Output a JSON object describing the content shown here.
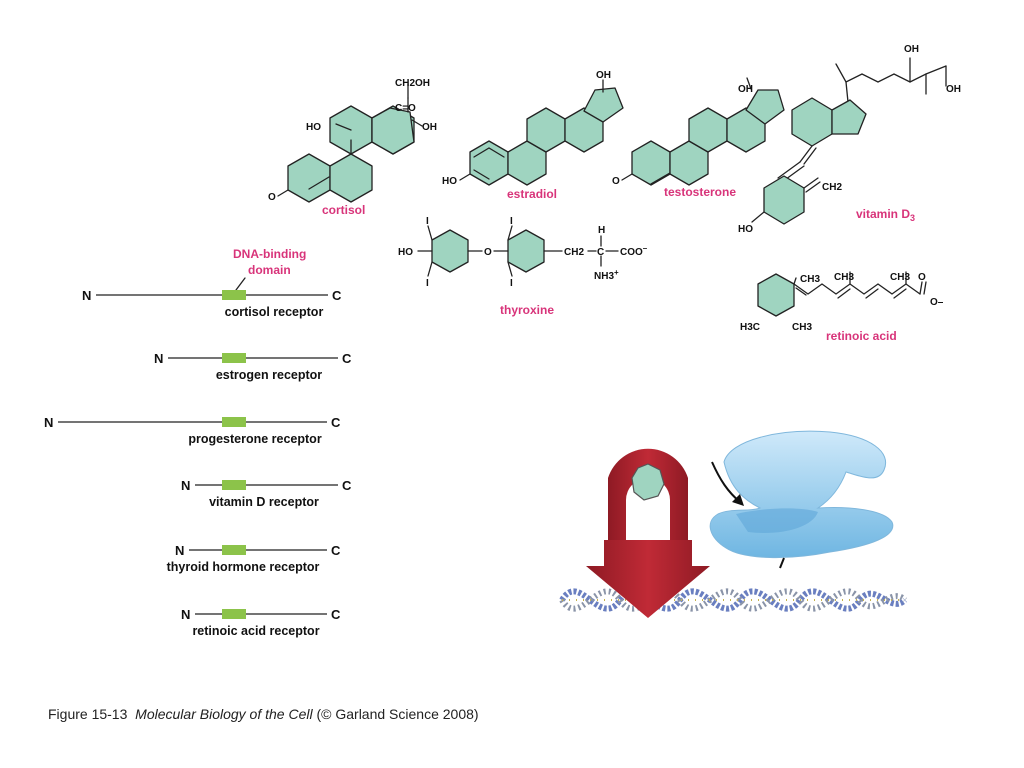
{
  "molecules": {
    "cortisol": {
      "label": "cortisol",
      "atoms": {
        "ch2oh": "CH2OH",
        "co": "C=O",
        "ho": "HO",
        "oh": "OH",
        "o": "O"
      }
    },
    "estradiol": {
      "label": "estradiol",
      "atoms": {
        "oh": "OH",
        "ho": "HO"
      }
    },
    "testosterone": {
      "label": "testosterone",
      "atoms": {
        "oh": "OH",
        "o": "O"
      }
    },
    "vitamin_d3": {
      "label": "vitamin D",
      "label_sub": "3",
      "atoms": {
        "oh1": "OH",
        "oh2": "OH",
        "ch2": "CH2",
        "ho": "HO"
      }
    },
    "thyroxine": {
      "label": "thyroxine",
      "atoms": {
        "i": "I",
        "ho": "HO",
        "o": "O",
        "h": "H",
        "ch2": "CH2",
        "c": "C",
        "coo": "COO",
        "nh3": "NH3",
        "minus": "–",
        "plus": "+"
      }
    },
    "retinoic_acid": {
      "label": "retinoic acid",
      "atoms": {
        "ch3": "CH3",
        "h3c": "H3C",
        "o": "O",
        "ominus": "O–"
      }
    }
  },
  "dna_binding_label": [
    "DNA-binding",
    "domain"
  ],
  "terminals": {
    "n": "N",
    "c": "C"
  },
  "receptors": [
    {
      "name": "cortisol receptor"
    },
    {
      "name": "estrogen receptor"
    },
    {
      "name": "progesterone receptor"
    },
    {
      "name": "vitamin D receptor"
    },
    {
      "name": "thyroid hormone receptor"
    },
    {
      "name": "retinoic acid receptor"
    }
  ],
  "caption": {
    "figure": "Figure 15-13",
    "book": "Molecular Biology of the Cell",
    "credit": "(© Garland Science 2008)"
  },
  "colors": {
    "label_pink": "#d8347a",
    "ring_fill": "#9fd4c0",
    "dna_binding_domain": "#8cc34a",
    "receptor_red": "#b5232f",
    "receptor_blue": "#9fd0ee"
  }
}
